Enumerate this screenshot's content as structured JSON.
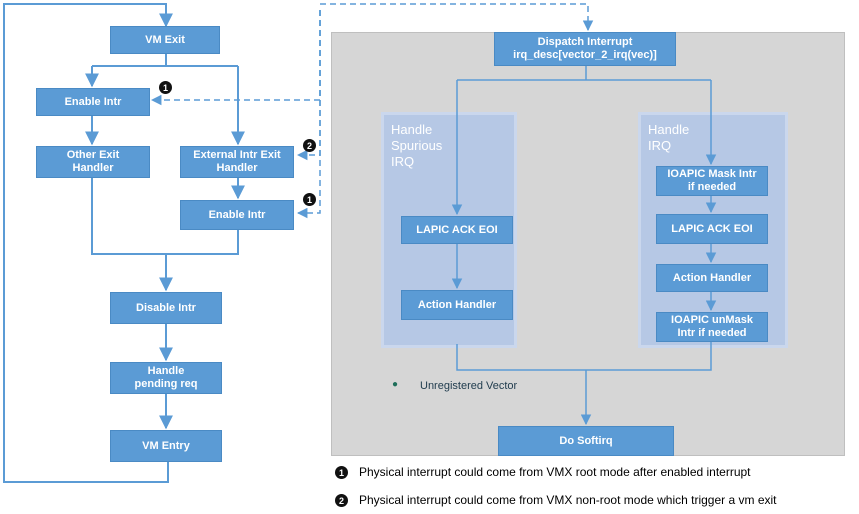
{
  "left_flow": {
    "vm_exit": "VM Exit",
    "enable_intr_1": "Enable Intr",
    "other_exit_handler": "Other Exit Handler",
    "external_intr_exit_handler": "External Intr Exit Handler",
    "enable_intr_2": "Enable Intr",
    "disable_intr": "Disable Intr",
    "handle_pending_req": "Handle pending req",
    "vm_entry": "VM Entry"
  },
  "panel": {
    "dispatch_interrupt_line1": "Dispatch Interrupt",
    "dispatch_interrupt_line2": "irq_desc[vector_2_irq(vec)]",
    "spurious_group_title": "Handle\nSpurious\nIRQ",
    "spurious_lapic_ack_eoi": "LAPIC ACK EOI",
    "spurious_action_handler": "Action Handler",
    "irq_group_title": "Handle\nIRQ",
    "ioapic_mask_intr": "IOAPIC Mask Intr if needed",
    "irq_lapic_ack_eoi": "LAPIC ACK EOI",
    "irq_action_handler": "Action Handler",
    "ioapic_unmask_intr": "IOAPIC unMask Intr if needed",
    "unregistered_vector": "Unregistered Vector",
    "do_softirq": "Do Softirq"
  },
  "markers": {
    "one": "1",
    "two": "2"
  },
  "legend": {
    "note1": "Physical interrupt could come from VMX root mode after enabled interrupt",
    "note2": "Physical interrupt could come from VMX non-root mode which trigger a vm exit"
  },
  "colors": {
    "box_fill": "#5b9bd5",
    "line": "#5b9bd5",
    "panel": "#d6d6d6",
    "group": "#b4c7e7",
    "bullet": "#1f6f5a"
  }
}
